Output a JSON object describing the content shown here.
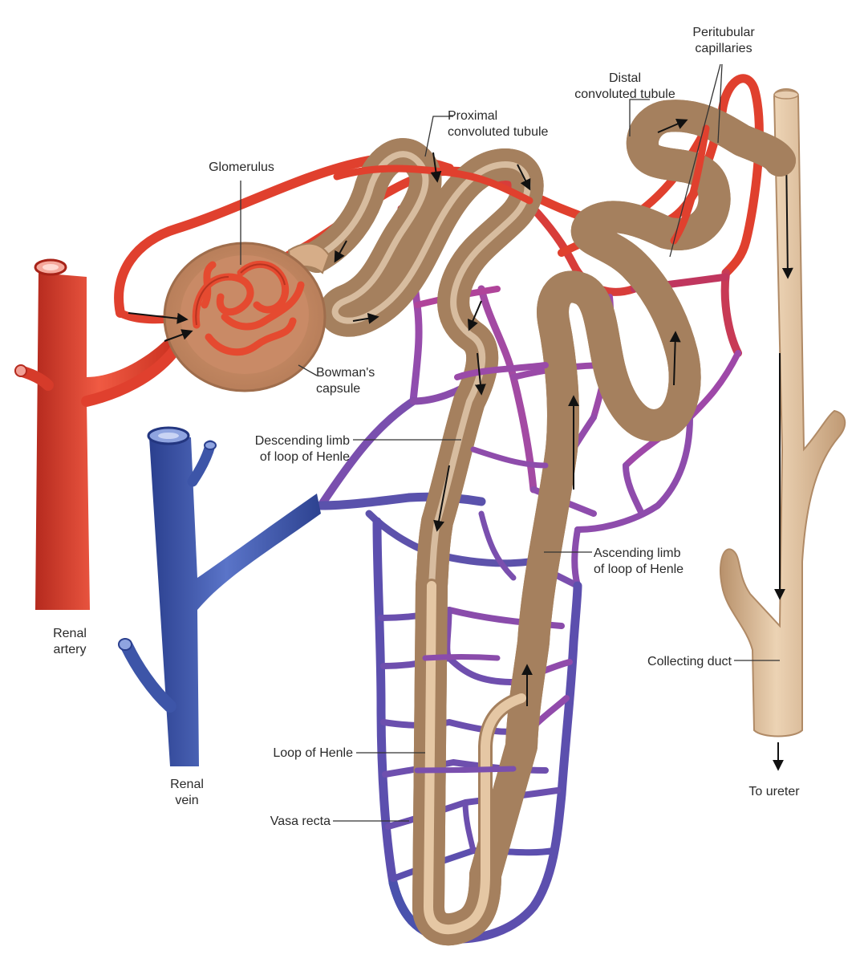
{
  "labels": {
    "peritubular": [
      "Peritubular",
      "capillaries"
    ],
    "distal": [
      "Distal",
      "convoluted tubule"
    ],
    "proximal": [
      "Proximal",
      "convoluted tubule"
    ],
    "glomerulus": [
      "Glomerulus"
    ],
    "bowmans": [
      "Bowman's",
      "capsule"
    ],
    "descending": [
      "Descending limb",
      "of loop of Henle"
    ],
    "ascending": [
      "Ascending limb",
      "of loop of Henle"
    ],
    "renal_artery": [
      "Renal",
      "artery"
    ],
    "renal_vein": [
      "Renal",
      "vein"
    ],
    "collecting": [
      "Collecting duct"
    ],
    "loop": [
      "Loop of Henle"
    ],
    "vasa": [
      "Vasa recta"
    ],
    "ureter": [
      "To ureter"
    ]
  },
  "colors": {
    "artery": "#e8412f",
    "vein": "#3d55a8",
    "capillary_mid": "#9a4fa8",
    "tubule": "#dcbc98",
    "tubule_edge": "#b08a66",
    "glomerulus": "#d9542f"
  }
}
